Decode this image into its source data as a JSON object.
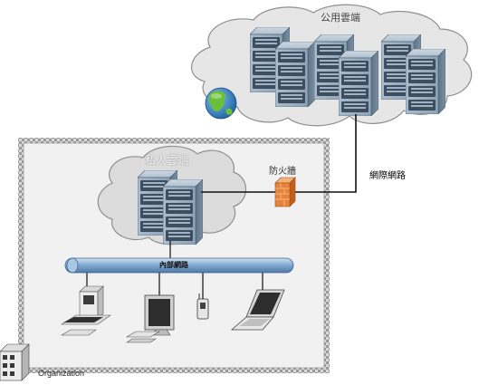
{
  "labels": {
    "public_cloud": "公用雲端",
    "private_cloud": "私人雲端",
    "firewall": "防火牆",
    "external_network": "網際網路",
    "internal_network": "內部網路",
    "organization": "Organization"
  },
  "colors": {
    "cloud_fill": "#e6e6e6",
    "cloud_stroke": "#8f8f8f",
    "server_body": "#8aa0b4",
    "network_bar": "#7ea6cf",
    "firewall": "#e8843a",
    "globe_ocean": "#2a78c8",
    "globe_land": "#6cbf3a"
  },
  "icons": {
    "public_server_racks": 6,
    "private_server_racks": 2,
    "globe": "globe-icon",
    "firewall": "firewall-icon",
    "desktop": "desktop-computer-icon",
    "monitor": "monitor-icon",
    "phone": "phone-icon",
    "laptop": "laptop-icon",
    "building": "building-icon"
  }
}
